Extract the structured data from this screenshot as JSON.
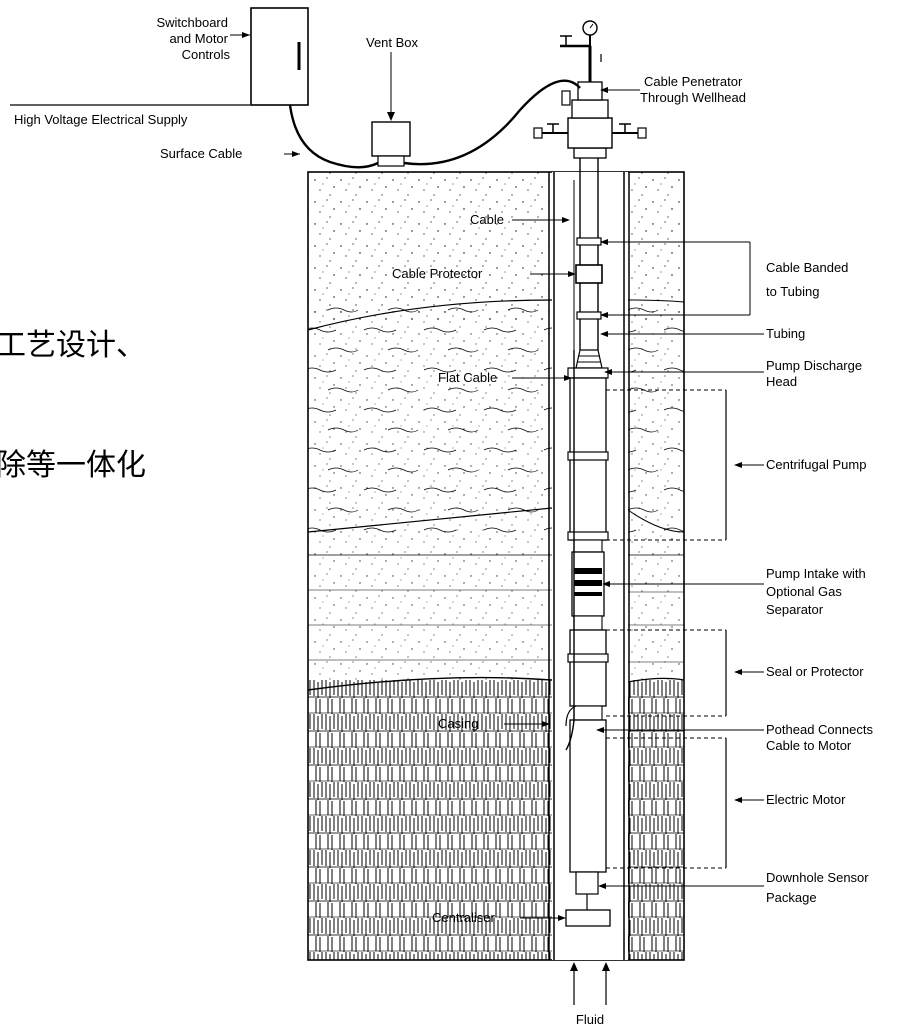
{
  "side_text": {
    "line1": "工艺设计、",
    "line2": "除等一体化"
  },
  "labels": {
    "switchboard_1": "Switchboard",
    "switchboard_2": "and Motor",
    "switchboard_3": "Controls",
    "vent_box": "Vent Box",
    "hv_supply": "High Voltage Electrical Supply",
    "surface_cable": "Surface Cable",
    "penetrator_1": "Cable Penetrator",
    "penetrator_2": "Through Wellhead",
    "cable": "Cable",
    "cable_protector": "Cable Protector",
    "cable_banded_1": "Cable Banded",
    "cable_banded_2": "to Tubing",
    "tubing": "Tubing",
    "discharge_1": "Pump Discharge",
    "discharge_2": "Head",
    "flat_cable": "Flat Cable",
    "centrifugal_pump": "Centrifugal Pump",
    "intake_1": "Pump Intake with",
    "intake_2": "Optional Gas",
    "intake_3": "Separator",
    "seal": "Seal or Protector",
    "casing": "Casing",
    "pothead_1": "Pothead Connects",
    "pothead_2": "Cable to Motor",
    "electric_motor": "Electric Motor",
    "sensor_1": "Downhole Sensor",
    "sensor_2": "Package",
    "centraliser": "Centraliser",
    "fluid": "Fluid"
  },
  "colors": {
    "ink": "#000000",
    "background": "#ffffff"
  }
}
